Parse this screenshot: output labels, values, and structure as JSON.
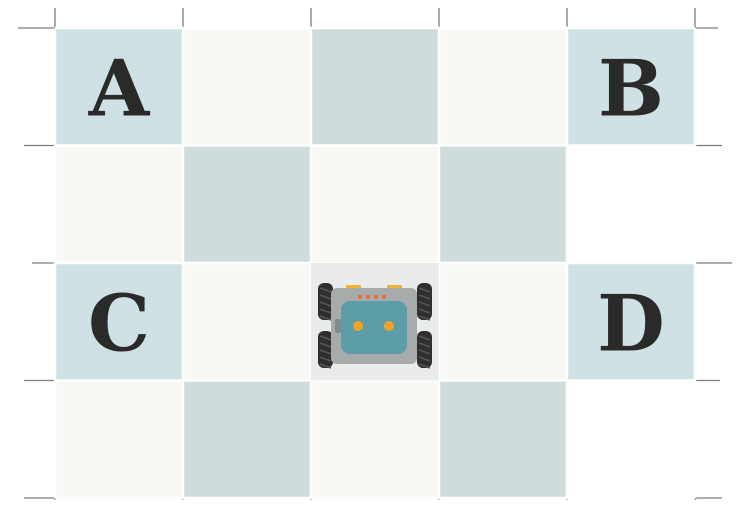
{
  "board": {
    "rows": 4,
    "cols": 5,
    "colors": {
      "dark_tile": "#cfdcdc",
      "light_tile": "#f8f9f5",
      "corner_tile": "#cfe1e5",
      "white_tile": "#ffffff",
      "grid_line": "#7e7e7e",
      "letter": "#2a2a2a"
    },
    "tiles": [
      [
        "corner",
        "light",
        "dark",
        "light",
        "corner"
      ],
      [
        "light",
        "dark",
        "light",
        "dark",
        "white"
      ],
      [
        "corner",
        "light",
        "light",
        "light",
        "corner"
      ],
      [
        "light",
        "dark",
        "light",
        "dark",
        "white"
      ]
    ],
    "labels": [
      {
        "text": "A",
        "row": 0,
        "col": 0
      },
      {
        "text": "B",
        "row": 0,
        "col": 4
      },
      {
        "text": "C",
        "row": 2,
        "col": 0
      },
      {
        "text": "D",
        "row": 2,
        "col": 4
      }
    ]
  },
  "robot": {
    "row": 2,
    "col": 2,
    "colors": {
      "chassis": "#a8abab",
      "body": "#5c9da6",
      "eyes": "#f2a12a",
      "wheels": "#2f2f2f",
      "leds": "#e8713a",
      "tab": "#f0b43a"
    }
  }
}
